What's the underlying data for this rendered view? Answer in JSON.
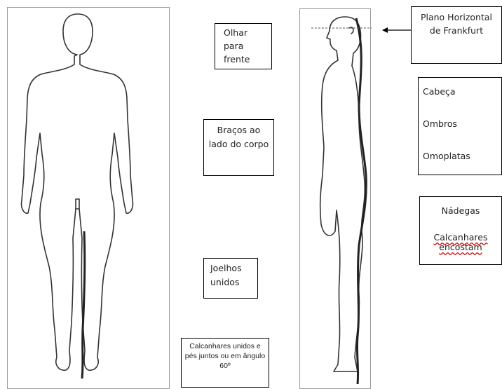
{
  "front_view": {},
  "side_view": {},
  "labels": {
    "look_forward": "Olhar para frente",
    "arms": "Braços ao lado do corpo",
    "knees": "Joelhos unidos",
    "heels_feet": "Calcanhares unidos e pés juntos ou em ângulo 60º",
    "frankfurt": "Plano Horizontal de Frankfurt",
    "contact_upper": [
      "Cabeça",
      "Ombros",
      "Omoplatas"
    ],
    "contact_lower": [
      "Nádegas",
      "Calcanhares encostam"
    ]
  }
}
